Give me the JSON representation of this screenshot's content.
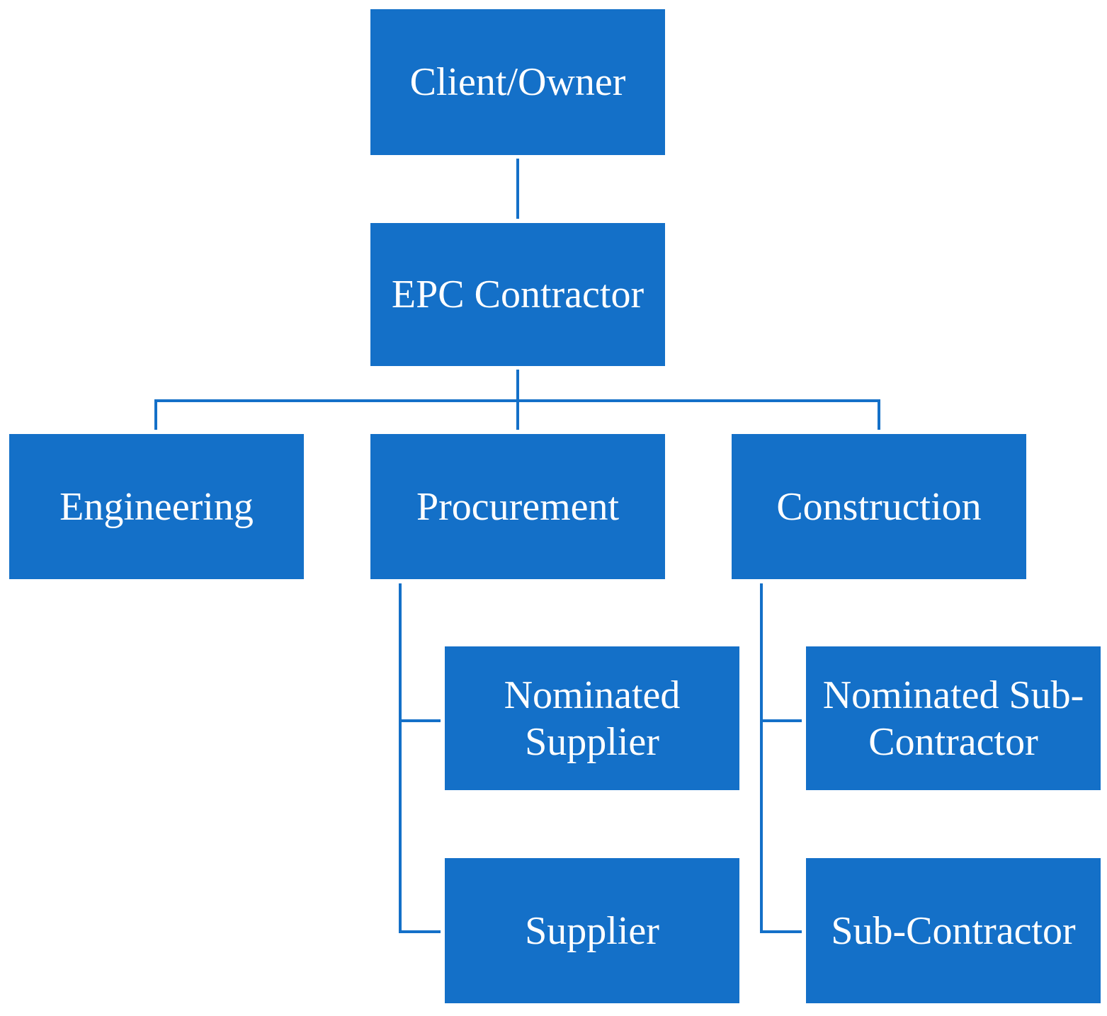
{
  "colors": {
    "box_fill": "#1470C8",
    "box_text": "#FFFFFF",
    "connector": "#1470C8",
    "background": "#FFFFFF"
  },
  "nodes": {
    "client_owner": "Client/Owner",
    "epc_contractor": "EPC Contractor",
    "engineering": "Engineering",
    "procurement": "Procurement",
    "construction": "Construction",
    "nominated_supplier": [
      "Nominated",
      "Supplier"
    ],
    "supplier": "Supplier",
    "nominated_sub_contractor": [
      "Nominated Sub-",
      "Contractor"
    ],
    "sub_contractor": "Sub-Contractor"
  },
  "edges": [
    {
      "from": "client_owner",
      "to": "epc_contractor"
    },
    {
      "from": "epc_contractor",
      "to": "engineering"
    },
    {
      "from": "epc_contractor",
      "to": "procurement"
    },
    {
      "from": "epc_contractor",
      "to": "construction"
    },
    {
      "from": "procurement",
      "to": "nominated_supplier"
    },
    {
      "from": "procurement",
      "to": "supplier"
    },
    {
      "from": "construction",
      "to": "nominated_sub_contractor"
    },
    {
      "from": "construction",
      "to": "sub_contractor"
    }
  ]
}
